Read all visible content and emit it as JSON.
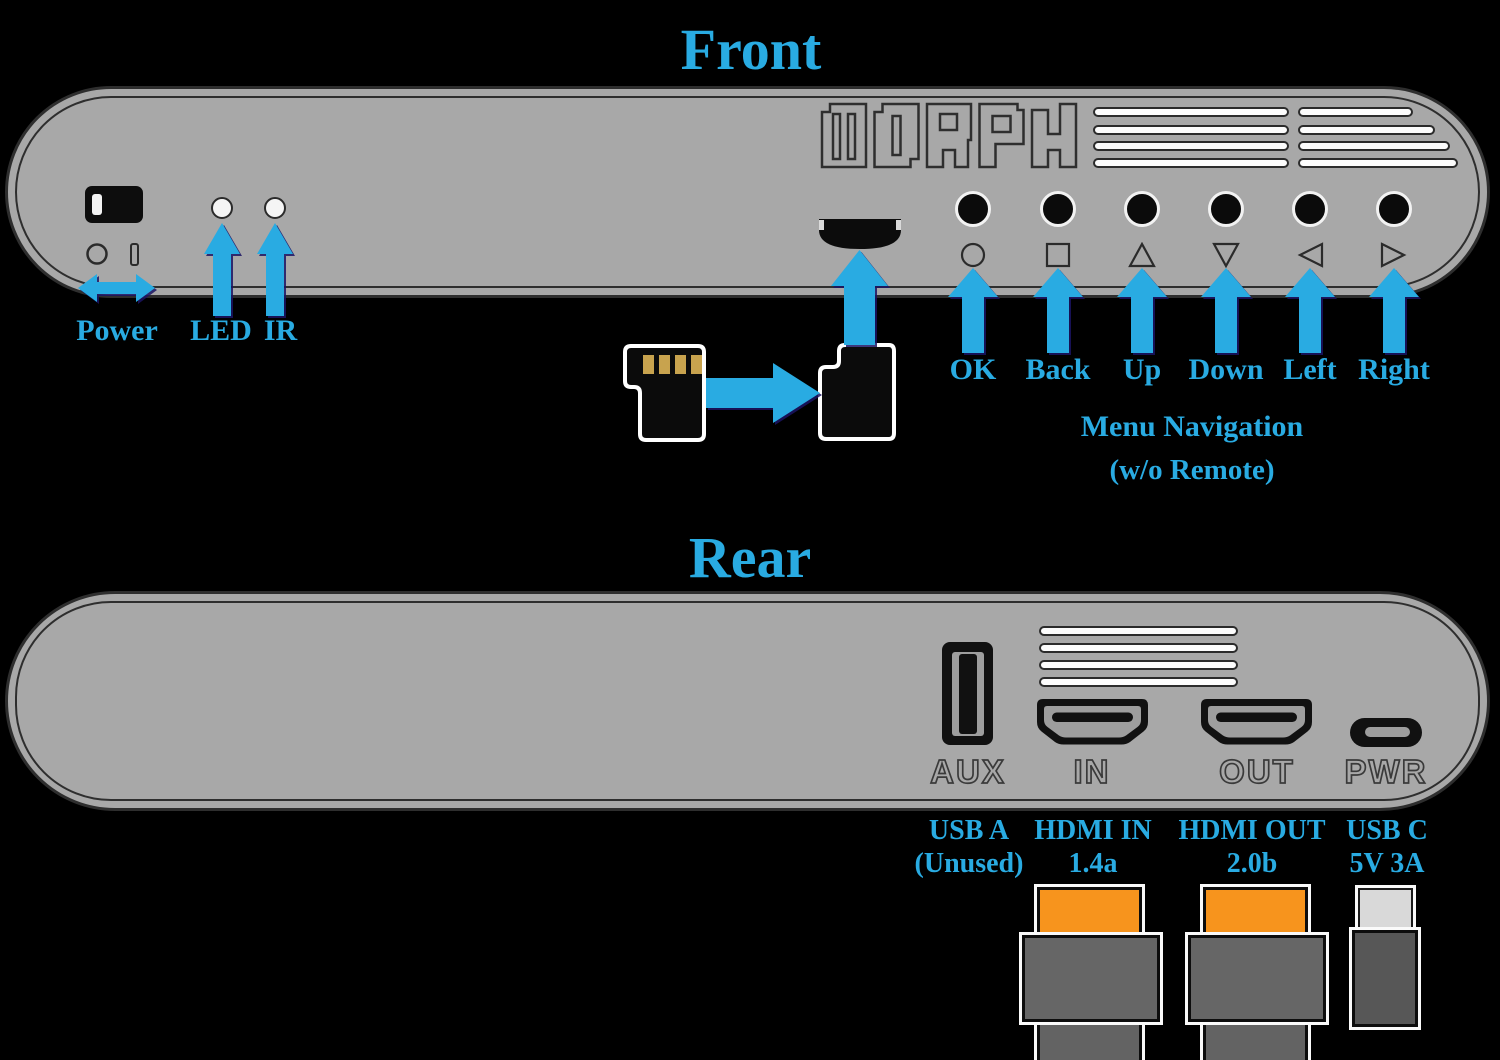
{
  "colors": {
    "accent_blue": "#29abe2",
    "device_gray": "#a8a8a8",
    "outline_dark": "#2e2e2e",
    "hdmi_orange": "#f7941d",
    "arrow_blue": "#29abe2"
  },
  "front": {
    "title": "Front",
    "logo_text": "MORPH",
    "power_label": "Power",
    "led_label": "LED",
    "ir_label": "IR",
    "nav": [
      {
        "symbol": "circle",
        "label": "OK"
      },
      {
        "symbol": "square",
        "label": "Back"
      },
      {
        "symbol": "triangle-up",
        "label": "Up"
      },
      {
        "symbol": "triangle-down",
        "label": "Down"
      },
      {
        "symbol": "triangle-left",
        "label": "Left"
      },
      {
        "symbol": "triangle-right",
        "label": "Right"
      }
    ],
    "nav_caption_line1": "Menu Navigation",
    "nav_caption_line2": "(w/o Remote)"
  },
  "rear": {
    "title": "Rear",
    "ports": [
      {
        "type": "usb-a",
        "port_label": "AUX",
        "caption_line1": "USB A",
        "caption_line2": "(Unused)"
      },
      {
        "type": "hdmi-in",
        "port_label": "IN",
        "caption_line1": "HDMI IN",
        "caption_line2": "1.4a"
      },
      {
        "type": "hdmi-out",
        "port_label": "OUT",
        "caption_line1": "HDMI OUT",
        "caption_line2": "2.0b"
      },
      {
        "type": "usb-c",
        "port_label": "PWR",
        "caption_line1": "USB C",
        "caption_line2": "5V 3A"
      }
    ]
  }
}
